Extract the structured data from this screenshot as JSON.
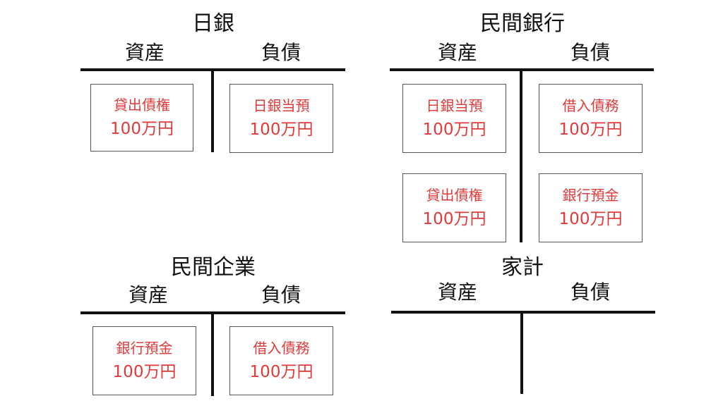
{
  "labels": {
    "assets": "資産",
    "liabilities": "負債"
  },
  "colors": {
    "line": "#111111",
    "account_text": "#e23a3a",
    "box_border": "#555555"
  },
  "boj": {
    "title": "日銀",
    "assets": [
      {
        "name": "貸出債権",
        "amount": "100万円"
      }
    ],
    "liabilities": [
      {
        "name": "日銀当預",
        "amount": "100万円"
      }
    ]
  },
  "bank": {
    "title": "民間銀行",
    "assets": [
      {
        "name": "日銀当預",
        "amount": "100万円"
      },
      {
        "name": "貸出債権",
        "amount": "100万円"
      }
    ],
    "liabilities": [
      {
        "name": "借入債務",
        "amount": "100万円"
      },
      {
        "name": "銀行預金",
        "amount": "100万円"
      }
    ]
  },
  "company": {
    "title": "民間企業",
    "assets": [
      {
        "name": "銀行預金",
        "amount": "100万円"
      }
    ],
    "liabilities": [
      {
        "name": "借入債務",
        "amount": "100万円"
      }
    ]
  },
  "household": {
    "title": "家計",
    "assets": [],
    "liabilities": []
  }
}
